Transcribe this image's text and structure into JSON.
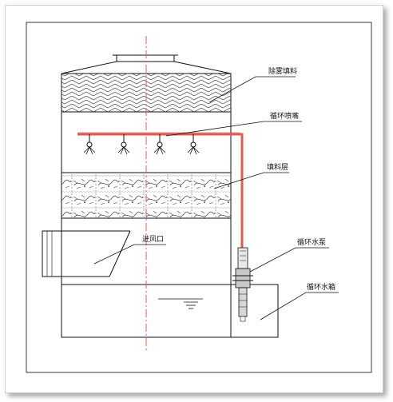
{
  "labels": {
    "demister": "除雾填料",
    "nozzle": "循环喷嘴",
    "packing": "填料层",
    "air_inlet": "进风口",
    "pump": "循环水泵",
    "tank": "循环水箱"
  },
  "colors": {
    "pipe": "#e35b4f",
    "centerline": "#e35b4f",
    "line": "#111111"
  }
}
